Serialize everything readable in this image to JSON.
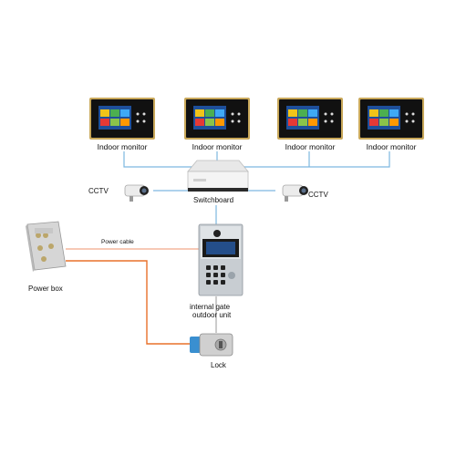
{
  "monitors": [
    {
      "label": "Indoor monitor"
    },
    {
      "label": "Indoor monitor"
    },
    {
      "label": "Indoor monitor"
    },
    {
      "label": "Indoor monitor"
    }
  ],
  "switch": {
    "label": "Switchboard"
  },
  "cctv_left": {
    "label": "CCTV"
  },
  "cctv_right": {
    "label": "CCTV"
  },
  "power_box": {
    "label": "Power box"
  },
  "power_cable": {
    "label": "Power cable"
  },
  "outdoor_unit": {
    "label_line1": "internal gate",
    "label_line2": "outdoor unit"
  },
  "lock": {
    "label": "Lock"
  },
  "colors": {
    "network_line": "#7db7e0",
    "power_line_orange": "#e8702a",
    "power_line_light": "#f2a98a",
    "monitor_frame": "#c9a85a",
    "lock_body": "#3a8fd0"
  }
}
